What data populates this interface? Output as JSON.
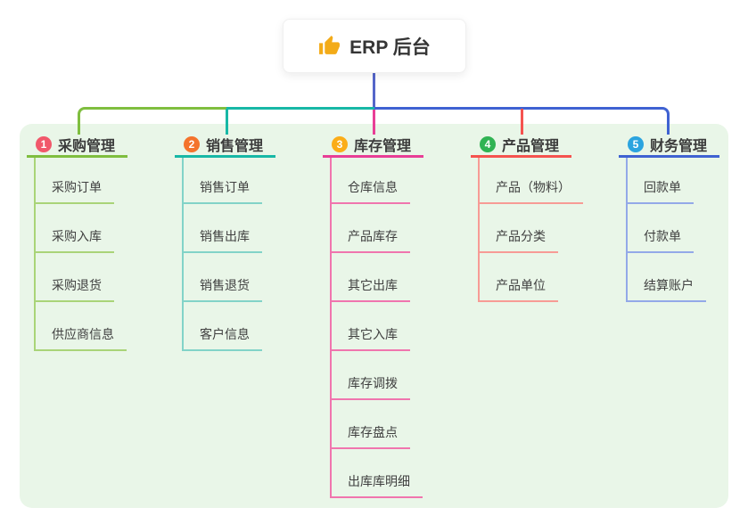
{
  "root": {
    "label": "ERP 后台",
    "icon": "thumbs-up-icon"
  },
  "branches": [
    {
      "number": "1",
      "label": "采购管理",
      "number_color": "#f1586b",
      "line_color": "#7fbe3f",
      "child_line_color": "#a9d478",
      "children": [
        "采购订单",
        "采购入库",
        "采购退货",
        "供应商信息"
      ]
    },
    {
      "number": "2",
      "label": "销售管理",
      "number_color": "#f4732c",
      "line_color": "#17b8a6",
      "child_line_color": "#82d3c8",
      "children": [
        "销售订单",
        "销售出库",
        "销售退货",
        "客户信息"
      ]
    },
    {
      "number": "3",
      "label": "库存管理",
      "number_color": "#fbad18",
      "line_color": "#e83e96",
      "child_line_color": "#f075ae",
      "children": [
        "仓库信息",
        "产品库存",
        "其它出库",
        "其它入库",
        "库存调拨",
        "库存盘点",
        "出库库明细"
      ]
    },
    {
      "number": "4",
      "label": "产品管理",
      "number_color": "#30b353",
      "line_color": "#f5534f",
      "child_line_color": "#f79b95",
      "children": [
        "产品（物料）",
        "产品分类",
        "产品单位"
      ]
    },
    {
      "number": "5",
      "label": "财务管理",
      "number_color": "#2ba4df",
      "line_color": "#3f62d2",
      "child_line_color": "#93a9e8",
      "children": [
        "回款单",
        "付款单",
        "结算账户"
      ]
    }
  ],
  "colors": {
    "canvas_bg": "#ffffff",
    "panel_bg": "#e9f6e8",
    "root_line": "#5566c9",
    "icon_color": "#f3ab18",
    "text": "#3b3b3b"
  }
}
